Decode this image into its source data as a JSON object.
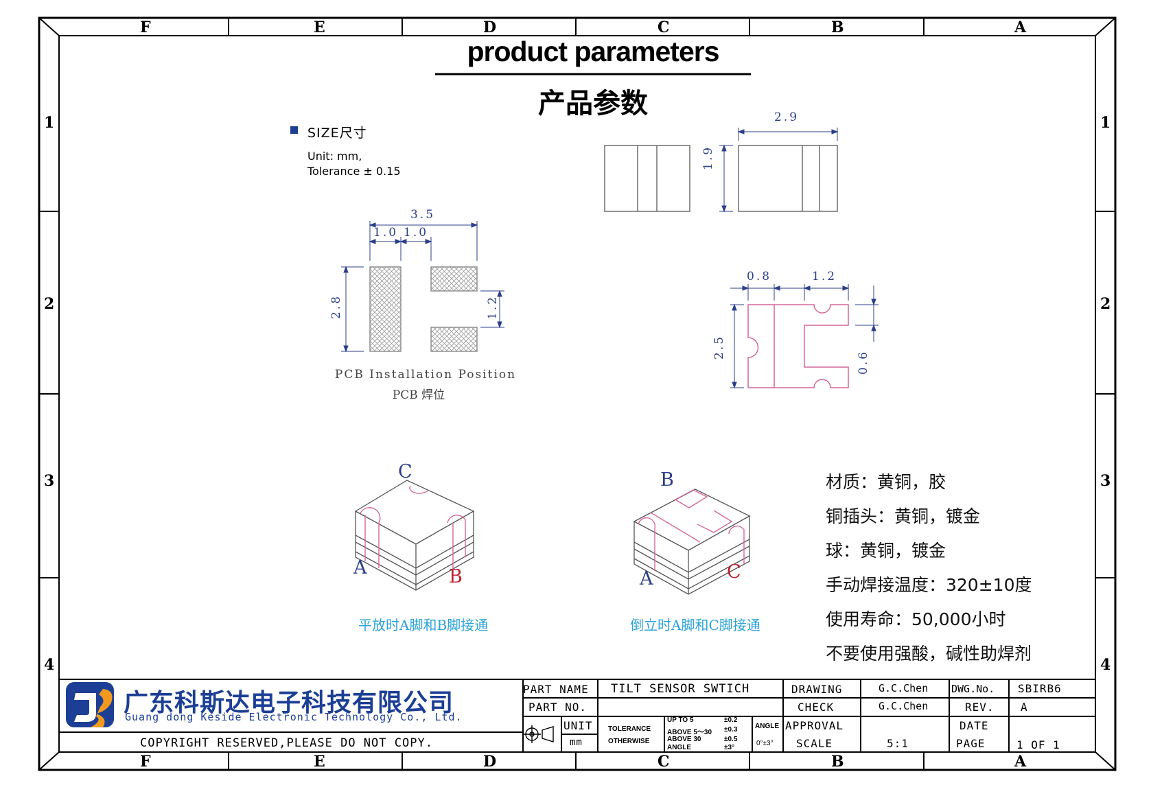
{
  "zones_top": [
    "F",
    "E",
    "D",
    "C",
    "B",
    "A"
  ],
  "zones_side": [
    "1",
    "2",
    "3",
    "4"
  ],
  "title_en": "product parameters",
  "title_cn": "产品参数",
  "size_section": {
    "heading": "SIZE尺寸",
    "unit": "Unit: mm,",
    "tolerance": "Tolerance ± 0.15"
  },
  "dimensions": {
    "top_width": "2.9",
    "top_height": "1.9",
    "pcb_width": "3.5",
    "pcb_pad_a": "1.0",
    "pcb_pad_b": "1.0",
    "pcb_height": "2.8",
    "pcb_gap": "1.2",
    "bottom_a": "0.8",
    "bottom_b": "1.2",
    "bottom_height": "2.5",
    "bottom_notch": "0.6"
  },
  "pcb_caption_en": "PCB Installation Position",
  "pcb_caption_cn": "PCB 焊位",
  "iso_left": {
    "pins": [
      "C",
      "A",
      "B"
    ],
    "caption": "平放时A脚和B脚接通"
  },
  "iso_right": {
    "pins": [
      "B",
      "A",
      "C"
    ],
    "caption": "倒立时A脚和C脚接通"
  },
  "specs": [
    "材质：黄铜，胶",
    "铜插头：黄铜，镀金",
    "球：黄铜，镀金",
    "手动焊接温度：320±10度",
    "使用寿命：50,000小时",
    "不要使用强酸，碱性助焊剂"
  ],
  "company": {
    "name_cn": "广东科斯达电子科技有限公司",
    "name_en": "Guang dong Keside  Electronic Technology Co., Ltd.",
    "copyright": "COPYRIGHT RESERVED,PLEASE DO NOT COPY."
  },
  "title_block": {
    "part_name_label": "PART NAME",
    "part_name": "TILT SENSOR SWTICH",
    "part_no_label": "PART NO.",
    "part_no": "",
    "unit_label": "UNIT",
    "unit": "mm",
    "tolerance_label": "TOLERANCE",
    "otherwise_label": "OTHERWISE",
    "tol_rows": [
      {
        "range": "UP TO 5",
        "value": "±0.2"
      },
      {
        "range": "ABOVE 5～30",
        "value": "±0.3"
      },
      {
        "range": "ABOVE 30",
        "value": "±0.5"
      },
      {
        "range": "ANGLE",
        "value": "±3°"
      }
    ],
    "angle_label": "ANGLE",
    "angle_value": "0°±3°",
    "drawing_label": "DRAWING",
    "drawing": "G.C.Chen",
    "check_label": "CHECK",
    "check": "G.C.Chen",
    "approval_label": "APPROVAL",
    "approval": "",
    "scale_label": "SCALE",
    "scale": "5:1",
    "dwg_no_label": "DWG.No.",
    "dwg_no": "SBIRB6",
    "rev_label": "REV.",
    "rev": "A",
    "date_label": "DATE",
    "date": "",
    "page_label": "PAGE",
    "page": "1 OF 1"
  },
  "colors": {
    "dimension": "#2b3e8a",
    "pink": "#d4669a",
    "caption": "#2aa3d8",
    "pin_red": "#c0202f",
    "logo_blue": "#1c3f95",
    "logo_orange": "#f39a1e"
  }
}
